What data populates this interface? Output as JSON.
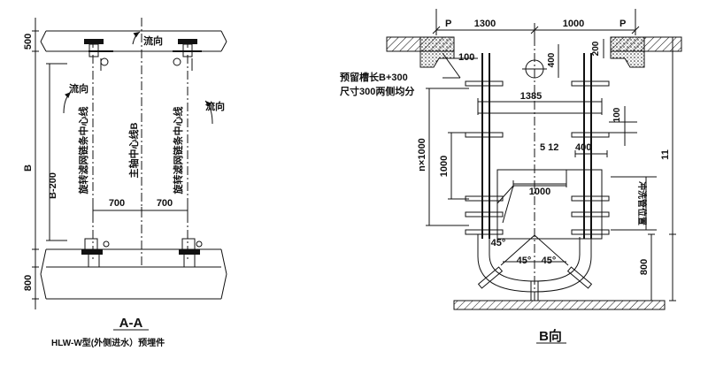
{
  "left_view": {
    "dims": {
      "top": "500",
      "bottom": "800",
      "height": "B",
      "inner": "B-200",
      "span_left": "700",
      "span_right": "700"
    },
    "flow_labels": [
      "流向",
      "流向",
      "流向"
    ],
    "centerline_left": "旋转滤网链条中心线",
    "centerline_main": "主轴中心线B",
    "centerline_right": "旋转滤网链条中心线",
    "section_title": "A-A",
    "subtitle": "HLW-W型(外侧进水）预埋件"
  },
  "right_view": {
    "top_dims": {
      "left": "1300",
      "right": "1000"
    },
    "p_labels": [
      "P",
      "P"
    ],
    "dims": {
      "d100_top": "100",
      "d400_top": "400",
      "d200": "200",
      "d1385": "1385",
      "d100_right": "100",
      "d400_mid": "400",
      "d512": "5 12",
      "d1000_side": "1000",
      "n_x_1000": "n×1000",
      "d1000_mid": "1000",
      "total_height": "11",
      "d800": "800"
    },
    "note_line1": "预留槽长B+300",
    "note_line2": "尺寸300两侧均分",
    "vertical_note": "冲洗管位置",
    "angles": [
      "45°",
      "45°",
      "45°"
    ],
    "section_title": "B向"
  },
  "colors": {
    "ink": "#111111",
    "background": "#ffffff"
  }
}
